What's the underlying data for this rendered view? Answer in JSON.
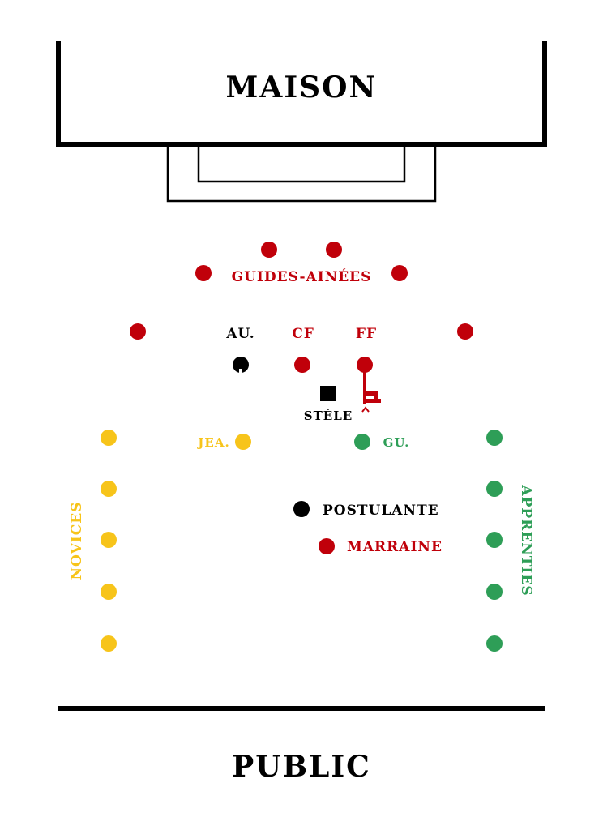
{
  "colors": {
    "black": "#000000",
    "red": "#c0000a",
    "yellow": "#f7c41a",
    "green": "#2e9e57"
  },
  "labels": {
    "maison": "MAISON",
    "public": "PUBLIC",
    "guides_ainees": "GUIDES-AINÉES",
    "au": "AU.",
    "cf": "CF",
    "ff": "FF",
    "stele": "STÈLE",
    "jea": "JEA.",
    "gu": "GU.",
    "postulante": "POSTULANTE",
    "marraine": "MARRAINE",
    "novices": "NOVICES",
    "apprenties": "APPRENTIES"
  }
}
